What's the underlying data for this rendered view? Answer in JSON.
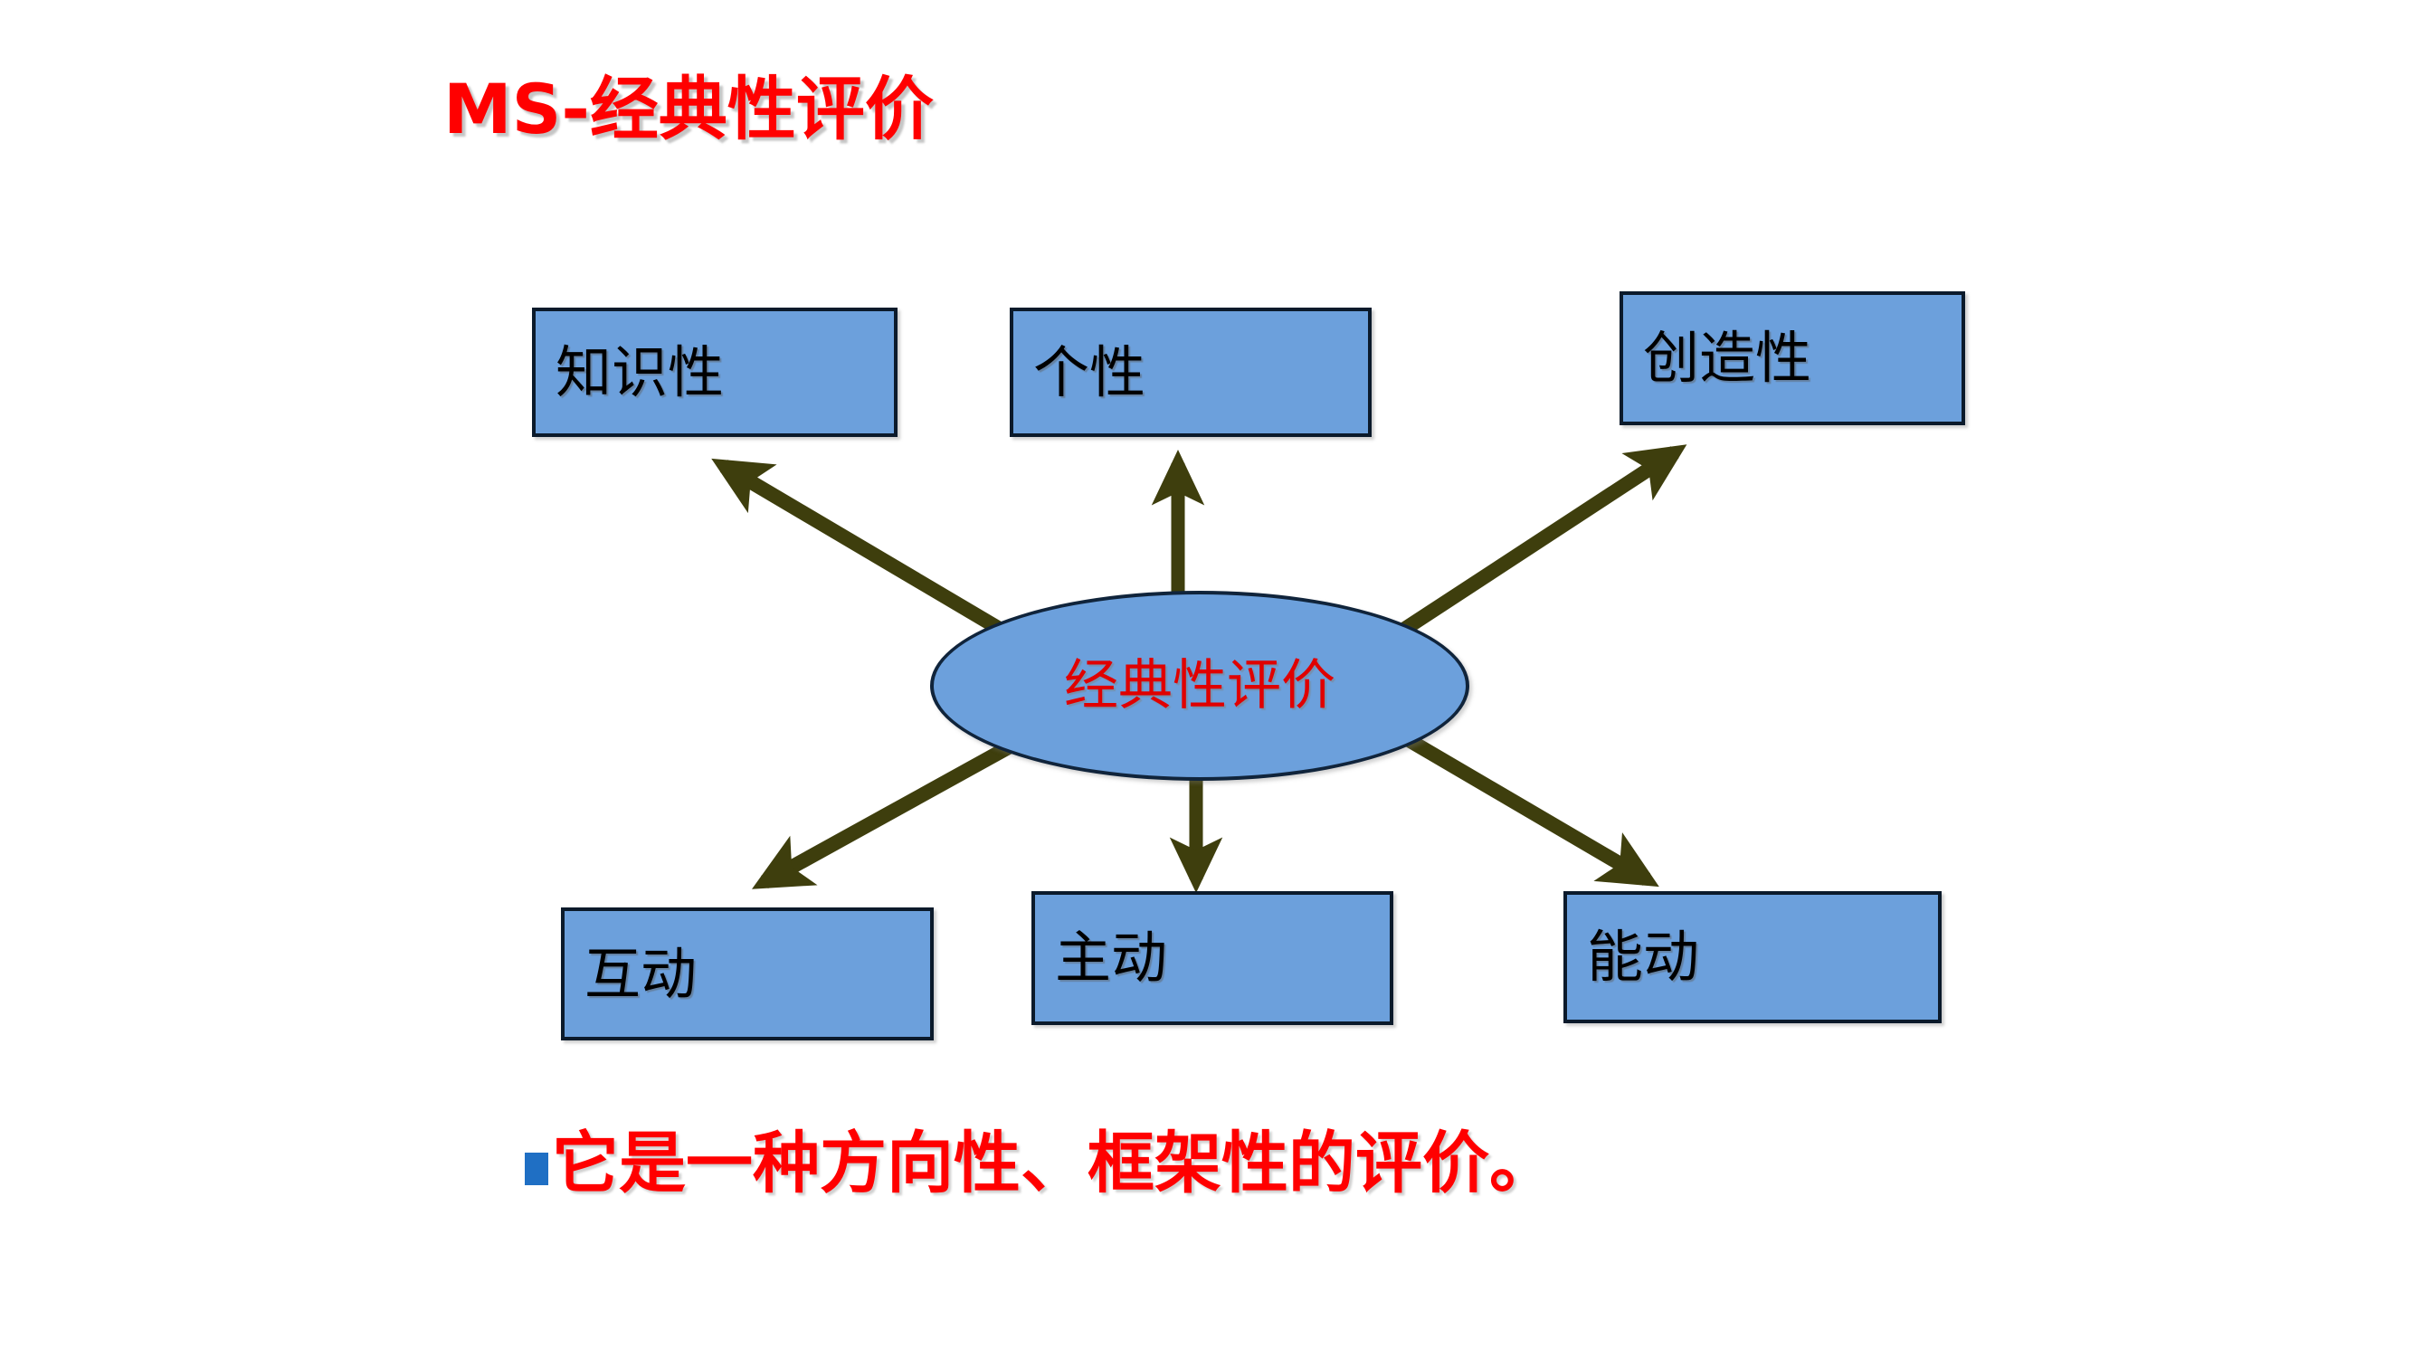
{
  "slide": {
    "title": "MS-经典性评价",
    "title_color": "#FF0000",
    "background_color": "#FFFFFF"
  },
  "diagram": {
    "type": "radial-hub-and-spoke",
    "node_fill_color": "#6CA0DC",
    "node_border_color": "#0B1A2B",
    "arrow_color": "#3E3E0D",
    "center": {
      "label": "经典性评价",
      "shape": "ellipse",
      "text_color": "#E00000"
    },
    "nodes": [
      {
        "id": "zhishixing",
        "label": "知识性",
        "position": "top-left",
        "text_color": "#000000"
      },
      {
        "id": "gexing",
        "label": "个性",
        "position": "top-center",
        "text_color": "#000000"
      },
      {
        "id": "chuangzao",
        "label": "创造性",
        "position": "top-right",
        "text_color": "#000000"
      },
      {
        "id": "hudong",
        "label": "互动",
        "position": "bottom-left",
        "text_color": "#000000"
      },
      {
        "id": "zhudong",
        "label": "主动",
        "position": "bottom-center",
        "text_color": "#000000"
      },
      {
        "id": "nengdong",
        "label": "能动",
        "position": "bottom-right",
        "text_color": "#000000"
      }
    ],
    "connections": [
      {
        "from": "center",
        "to": "zhishixing",
        "direction": "outward"
      },
      {
        "from": "center",
        "to": "gexing",
        "direction": "outward"
      },
      {
        "from": "center",
        "to": "chuangzao",
        "direction": "outward"
      },
      {
        "from": "center",
        "to": "hudong",
        "direction": "outward"
      },
      {
        "from": "center",
        "to": "zhudong",
        "direction": "outward"
      },
      {
        "from": "center",
        "to": "nengdong",
        "direction": "outward"
      }
    ]
  },
  "bullet": {
    "marker": "square-bullet",
    "marker_color": "#1F6FC4",
    "text": "它是一种方向性、框架性的评价。",
    "text_color": "#FF0000"
  }
}
